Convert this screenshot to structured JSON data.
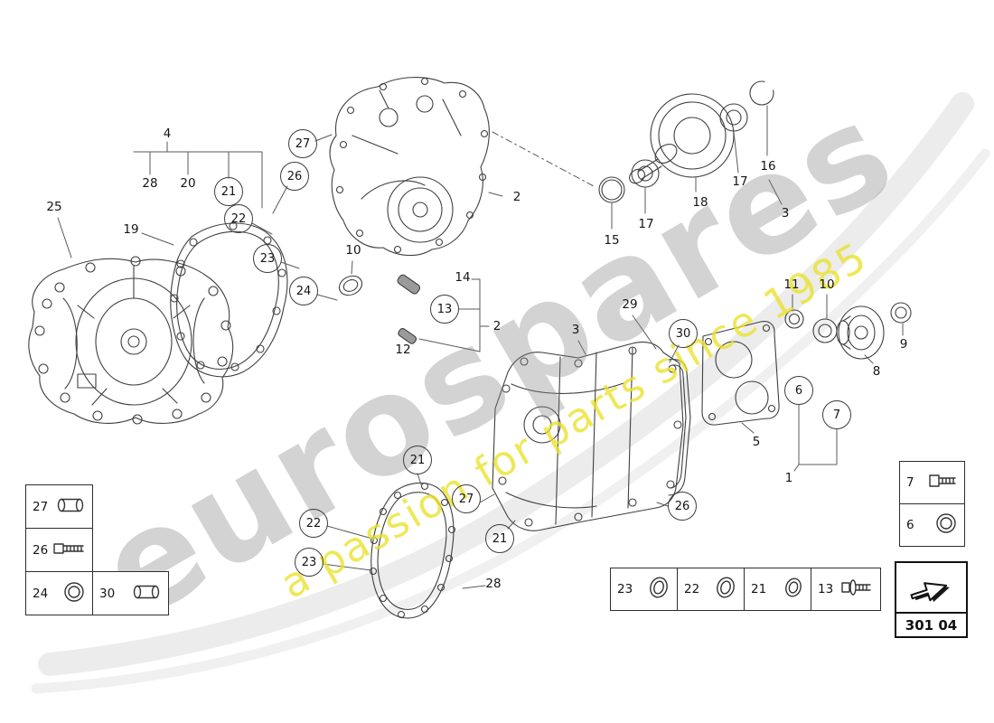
{
  "colors": {
    "line": "#3f3f3f",
    "watermark_gray": "#b5b5b5",
    "watermark_yellow": "#e9e22a",
    "swoosh_gray": "#dadada"
  },
  "watermark": {
    "brand": "eurospares",
    "tagline": "a passion for parts since 1985"
  },
  "page_code": "301 04",
  "callouts": {
    "plain": [
      {
        "label": "4"
      },
      {
        "label": "28"
      },
      {
        "label": "20"
      },
      {
        "label": "25"
      },
      {
        "label": "19"
      },
      {
        "label": "2"
      },
      {
        "label": "10"
      },
      {
        "label": "14"
      },
      {
        "label": "12"
      },
      {
        "label": "2"
      },
      {
        "label": "3"
      },
      {
        "label": "29"
      },
      {
        "label": "15"
      },
      {
        "label": "17"
      },
      {
        "label": "18"
      },
      {
        "label": "17"
      },
      {
        "label": "16"
      },
      {
        "label": "3"
      },
      {
        "label": "11"
      },
      {
        "label": "10"
      },
      {
        "label": "9"
      },
      {
        "label": "8"
      },
      {
        "label": "5"
      },
      {
        "label": "1"
      },
      {
        "label": "28"
      }
    ],
    "circled": [
      {
        "label": "27"
      },
      {
        "label": "26"
      },
      {
        "label": "21"
      },
      {
        "label": "22"
      },
      {
        "label": "23"
      },
      {
        "label": "24"
      },
      {
        "label": "13"
      },
      {
        "label": "30"
      },
      {
        "label": "6"
      },
      {
        "label": "7"
      },
      {
        "label": "21"
      },
      {
        "label": "27"
      },
      {
        "label": "22"
      },
      {
        "label": "23"
      },
      {
        "label": "21"
      },
      {
        "label": "26"
      }
    ]
  },
  "legend": {
    "left_table": [
      {
        "label": "27",
        "icon": "dowel-pin"
      },
      {
        "label": "26",
        "icon": "hex-bolt"
      },
      {
        "label": "24",
        "icon": "seal-washer"
      },
      {
        "label": "30",
        "icon": "dowel-pin"
      }
    ],
    "bottom_table": [
      {
        "label": "23",
        "icon": "seal-ring"
      },
      {
        "label": "22",
        "icon": "seal-ring"
      },
      {
        "label": "21",
        "icon": "seal-ring"
      },
      {
        "label": "13",
        "icon": "bolt-washer"
      }
    ],
    "right_table": [
      {
        "label": "7",
        "icon": "hex-bolt"
      },
      {
        "label": "6",
        "icon": "seal-washer"
      }
    ]
  }
}
